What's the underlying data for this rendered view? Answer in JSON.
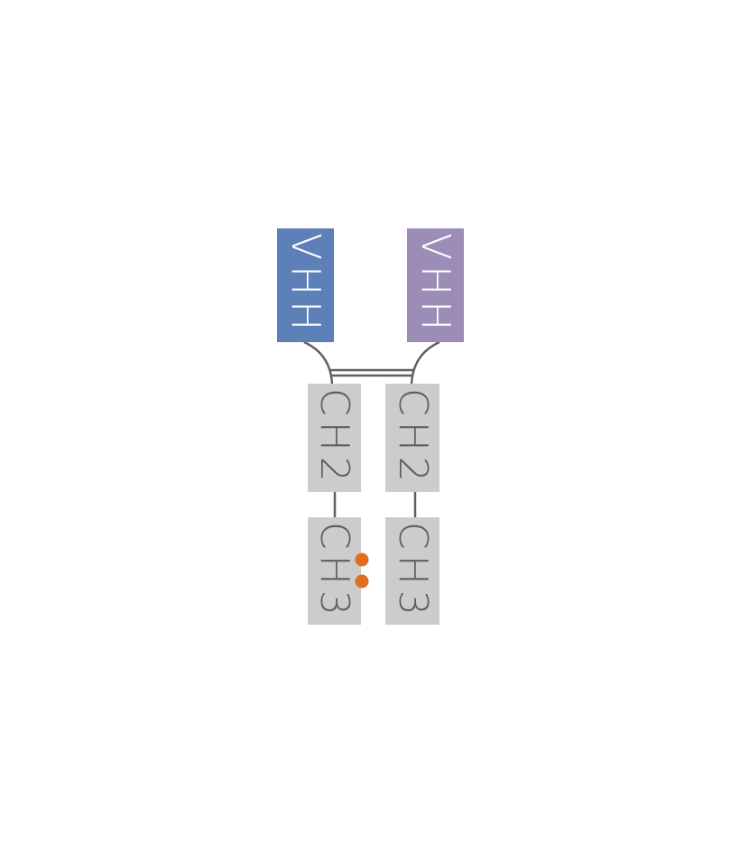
{
  "diagram": {
    "domains": {
      "vhh_left": {
        "label": "VHH",
        "color": "#5e80b8"
      },
      "vhh_right": {
        "label": "VHH",
        "color": "#9c8db7"
      },
      "ch2_left": {
        "label": "CH2",
        "color": "#cccccc"
      },
      "ch2_right": {
        "label": "CH2",
        "color": "#cccccc"
      },
      "ch3_left": {
        "label": "CH3",
        "color": "#cccccc"
      },
      "ch3_right": {
        "label": "CH3",
        "color": "#cccccc"
      }
    },
    "line_color": "#5f5f5f",
    "knob_color": "#e07020"
  }
}
